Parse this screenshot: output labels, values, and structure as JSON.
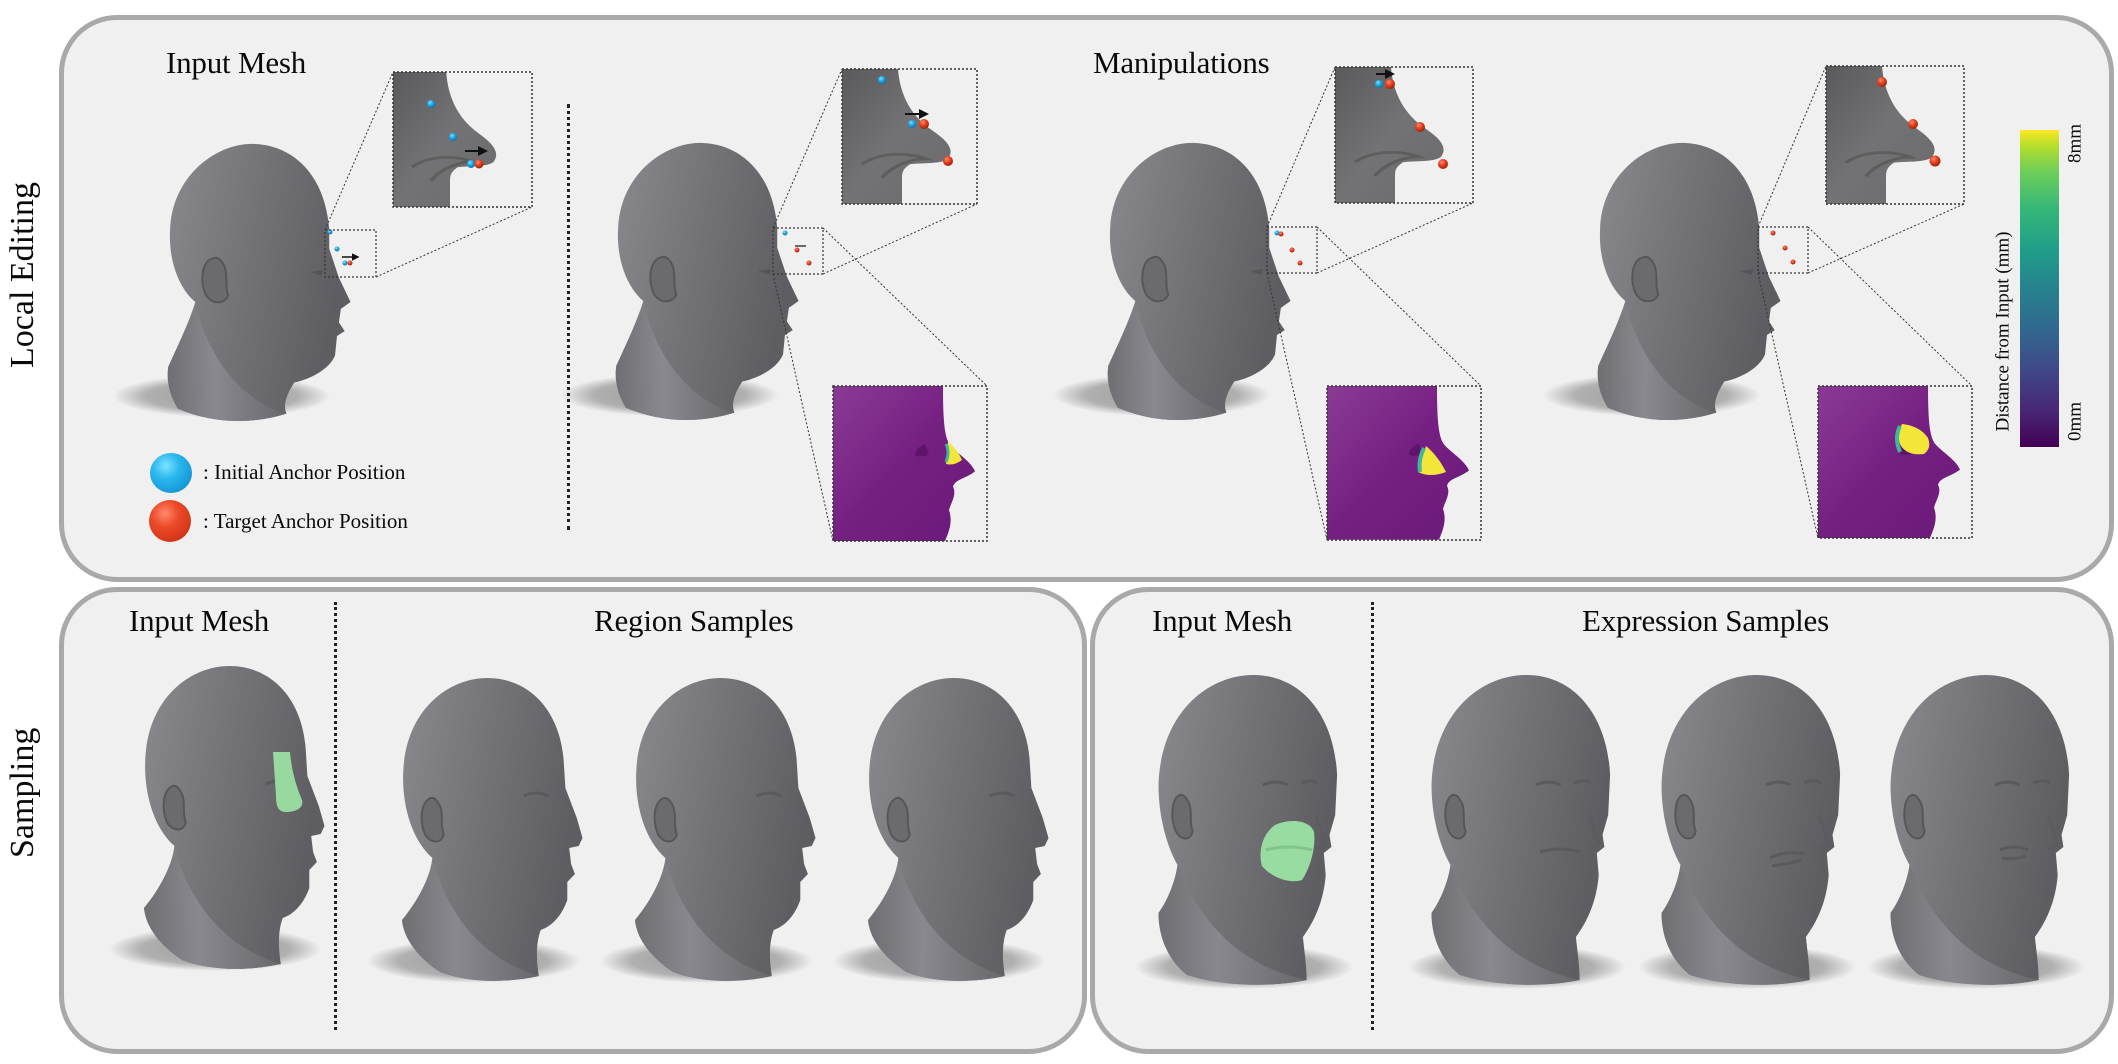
{
  "figure": {
    "rows": [
      {
        "label": "Local Editing",
        "panels": [
          {
            "sections": [
              {
                "title": "Input Mesh",
                "legend": [
                  {
                    "marker": "blue-sphere",
                    "color": "#1ea6e2",
                    "text": ": Initial Anchor Position"
                  },
                  {
                    "marker": "red-sphere",
                    "color": "#e2401f",
                    "text": ": Target Anchor Position"
                  }
                ]
              },
              {
                "title": "Manipulations",
                "columns": 3
              }
            ],
            "colorbar": {
              "label": "Distance from Input (mm)",
              "min_label": "0mm",
              "max_label": "8mm",
              "colormap": "viridis",
              "colors": {
                "low": "#440154",
                "high": "#fde725"
              }
            }
          }
        ]
      },
      {
        "label": "Sampling",
        "panels": [
          {
            "sections": [
              {
                "title": "Input Mesh",
                "highlight": "nose",
                "highlight_color": "#9be3a4"
              },
              {
                "title": "Region Samples",
                "count": 3
              }
            ]
          },
          {
            "sections": [
              {
                "title": "Input Mesh",
                "highlight": "mouth",
                "highlight_color": "#9be3a4"
              },
              {
                "title": "Expression Samples",
                "count": 3
              }
            ]
          }
        ]
      }
    ],
    "colors": {
      "panel_bg": "#f0f0f0",
      "panel_border": "#a9a9a9",
      "mesh_gray": "#7a7a7c",
      "heatmap_purple": "#761f83",
      "heatmap_yellow": "#f2e63a",
      "anchor_blue": "#1ea6e2",
      "anchor_red": "#e2401f"
    }
  }
}
